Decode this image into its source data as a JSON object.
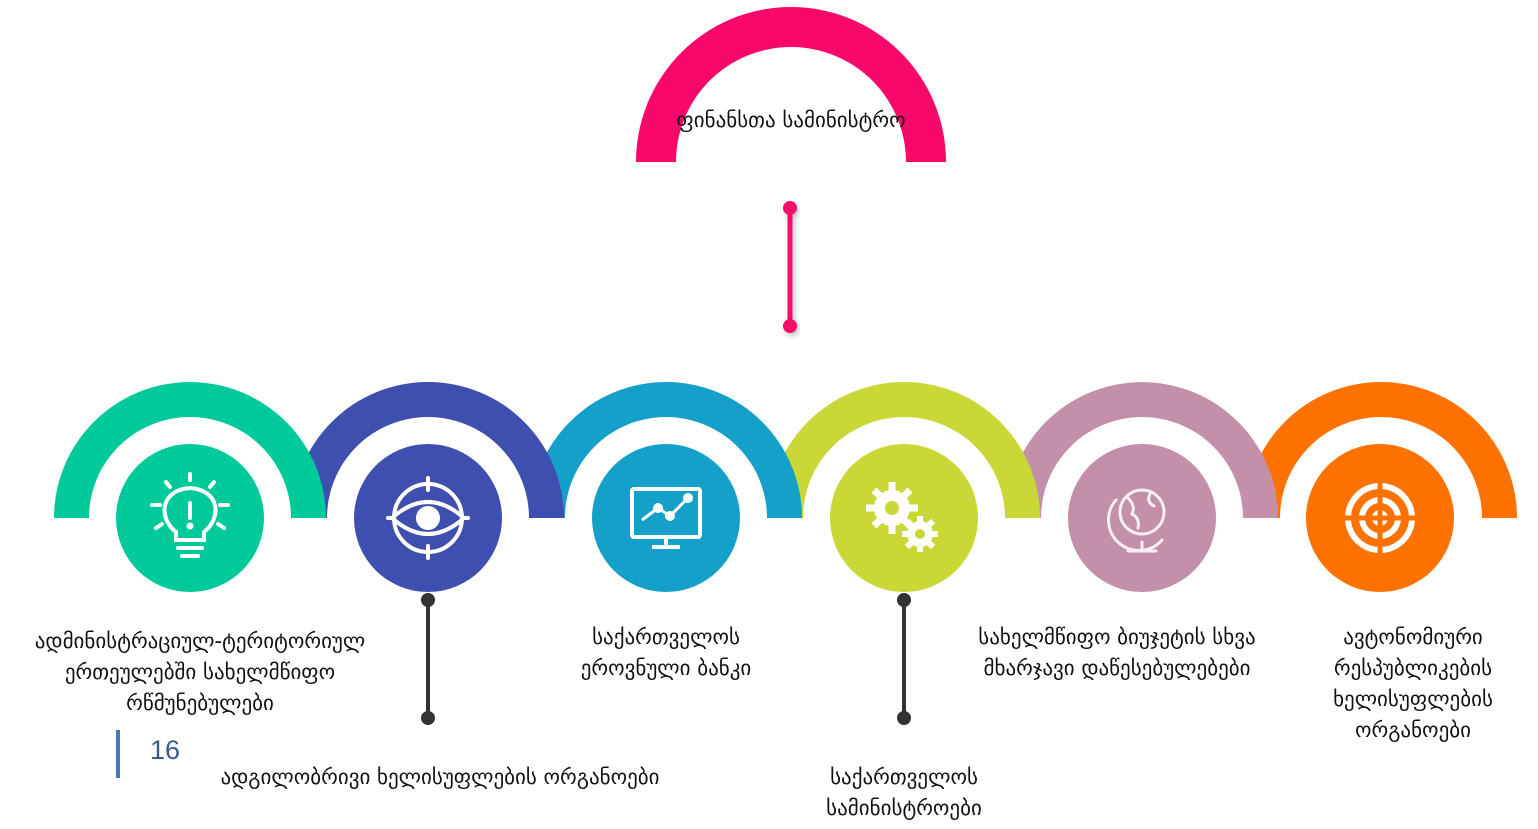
{
  "top": {
    "label": "ფინანსთა სამინისტრო",
    "color": "#f7086a"
  },
  "items": [
    {
      "label": "ადმინისტრაციულ-ტერიტორიულ ერთეულებში სახელმწიფო რწმუნებულები",
      "color": "#00c99a",
      "icon": "lightbulb-icon"
    },
    {
      "label": "ადგილობრივი ხელისუფლების ორგანოები",
      "color": "#3f4fb0",
      "icon": "eye-target-icon"
    },
    {
      "label": "საქართველოს ეროვნული ბანკი",
      "color": "#14a0c8",
      "icon": "monitor-chart-icon"
    },
    {
      "label": "საქართველოს სამინისტროები",
      "color": "#c9d836",
      "icon": "gears-icon"
    },
    {
      "label": "სახელმწიფო ბიუჯეტის სხვა მხარჯავი დაწესებულებები",
      "color": "#c48fa8",
      "icon": "globe-icon"
    },
    {
      "label": "ავტონომიური რესპუბლიკების ხელისუფლების ორგანოები",
      "color": "#ff7200",
      "icon": "target-icon"
    }
  ],
  "connector_color": "#333333",
  "page_number": "16"
}
